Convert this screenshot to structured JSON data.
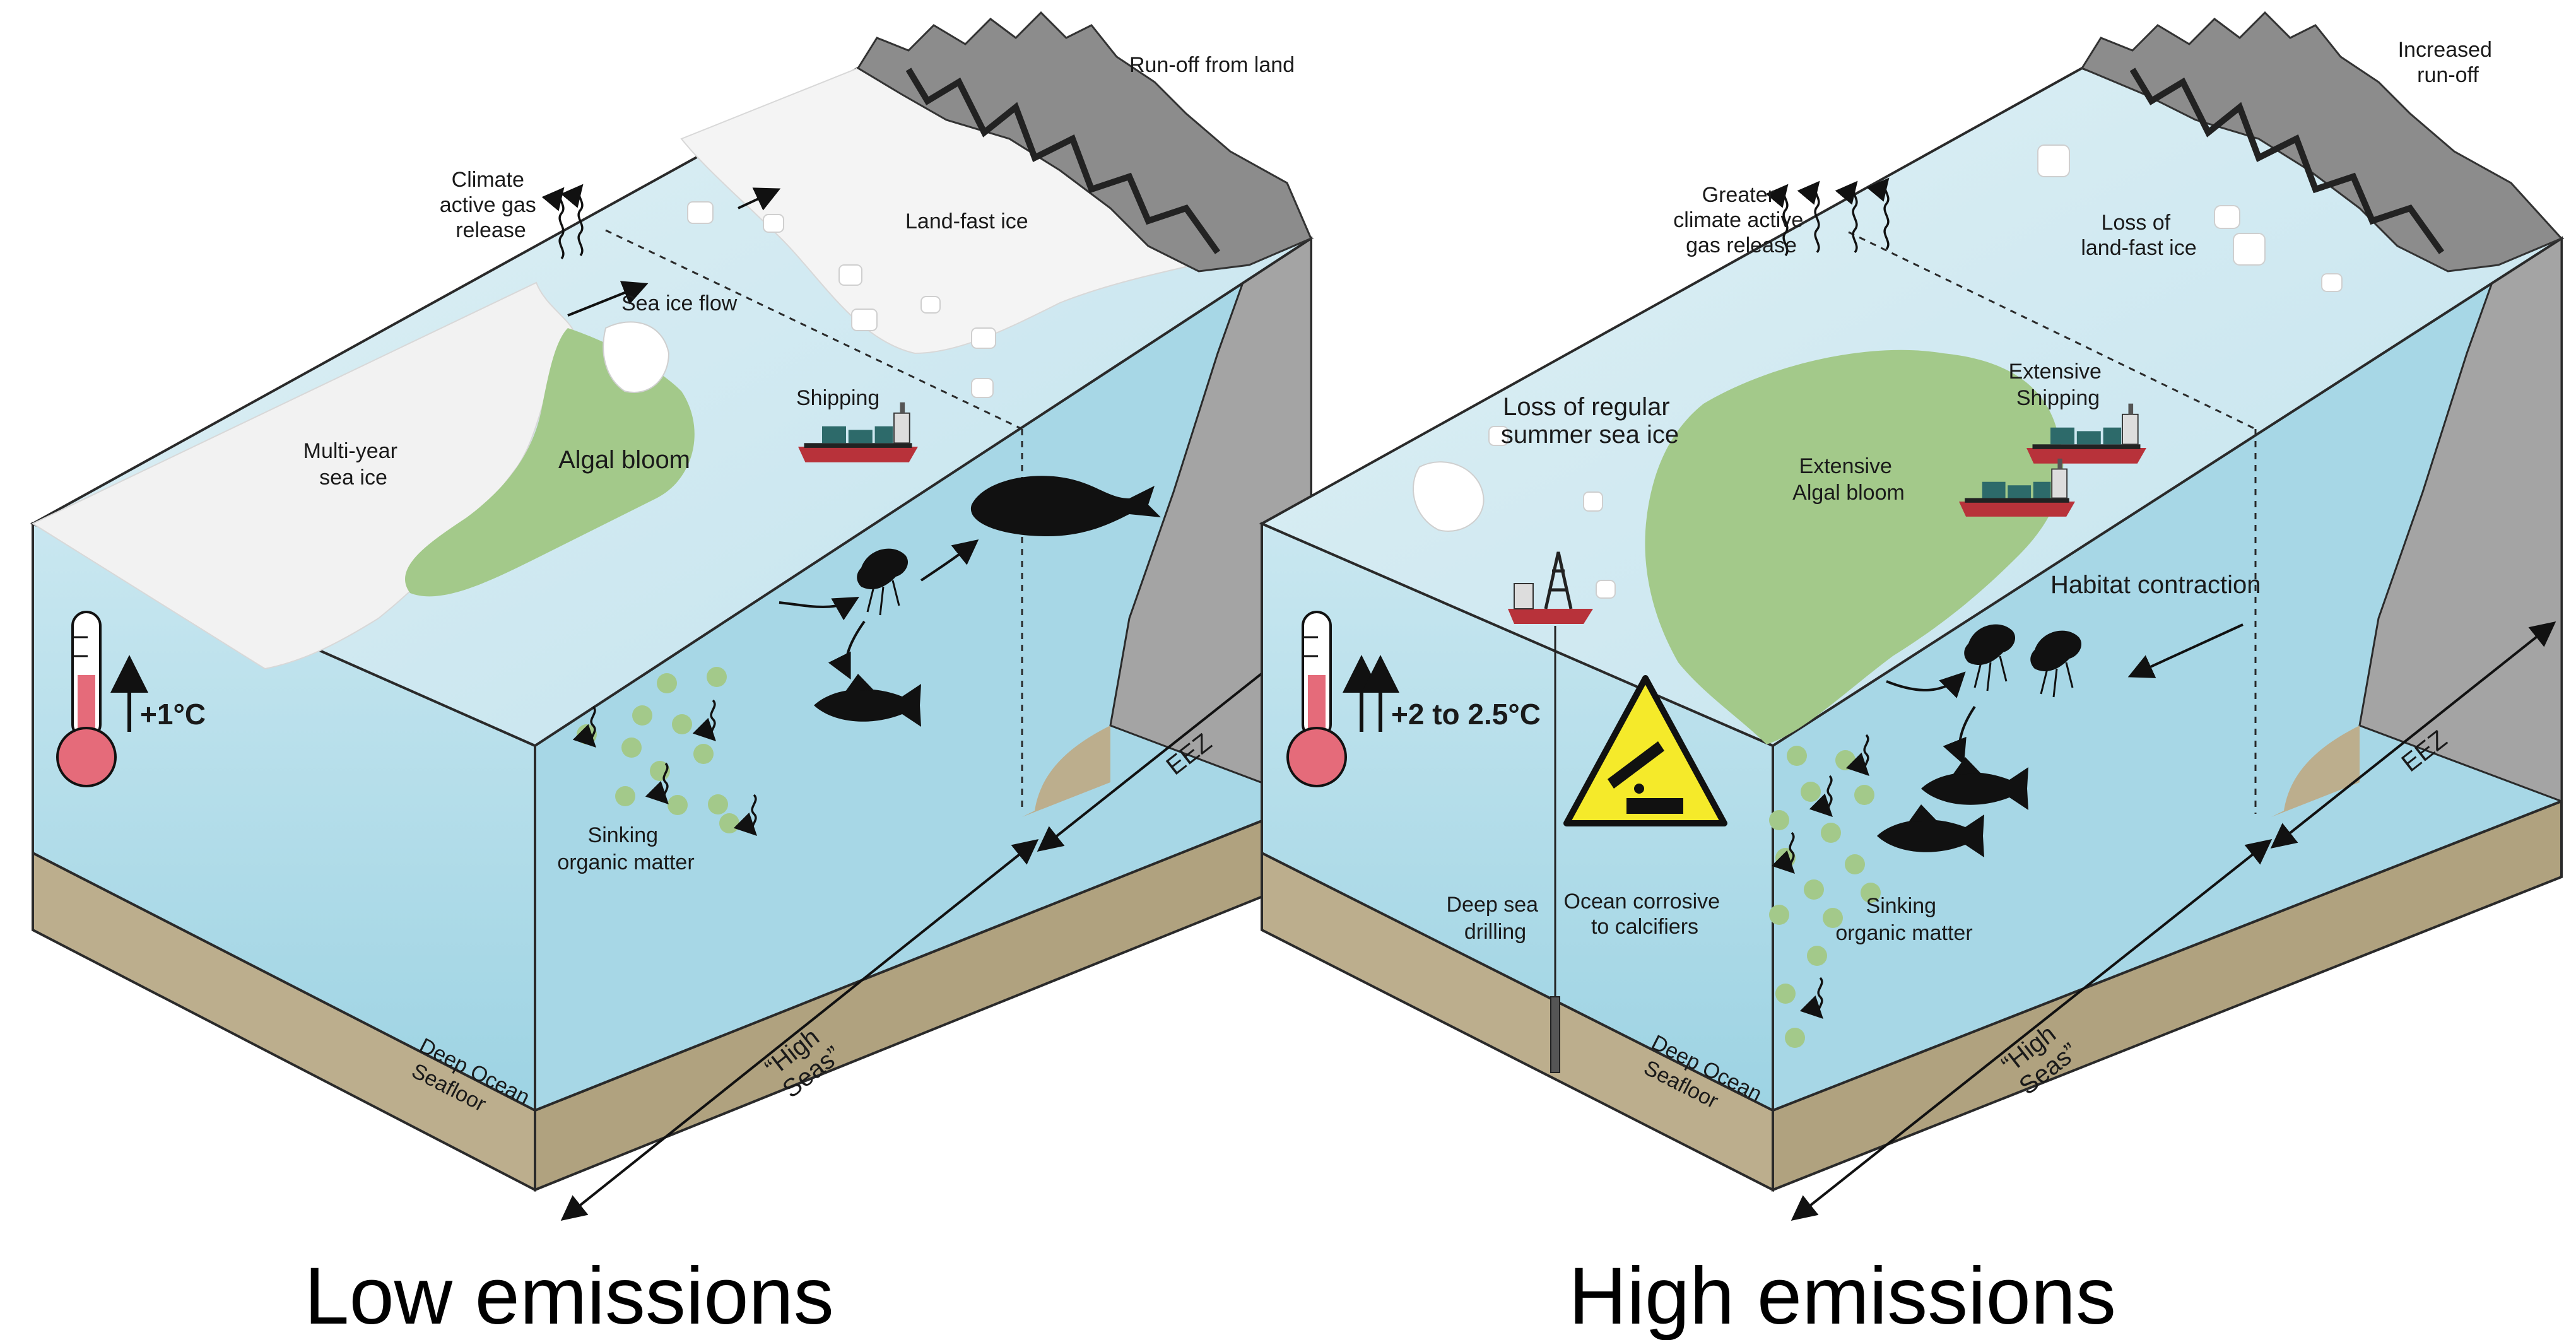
{
  "panels": [
    {
      "id": "low",
      "title": "Low emissions",
      "temperature": "+1°C",
      "labels": {
        "runoff": "Run-off from land",
        "gas": [
          "Climate",
          "active gas",
          "release"
        ],
        "land_ice": "Land-fast ice",
        "sea_ice_flow": "Sea ice flow",
        "multi_year": [
          "Multi-year",
          "sea ice"
        ],
        "algal": "Algal bloom",
        "shipping": "Shipping",
        "sinking": [
          "Sinking",
          "organic matter"
        ],
        "deep_ocean": "Deep Ocean",
        "seafloor": "Seafloor",
        "high_seas": [
          "“High",
          "Seas”"
        ],
        "eez": "EEZ"
      }
    },
    {
      "id": "high",
      "title": "High emissions",
      "temperature": "+2 to 2.5°C",
      "labels": {
        "runoff": [
          "Increased",
          "run-off"
        ],
        "gas": [
          "Greater",
          "climate active",
          "gas release"
        ],
        "land_ice": [
          "Loss of",
          "land-fast ice"
        ],
        "sea_ice_loss": [
          "Loss of regular",
          "summer sea ice"
        ],
        "algal": [
          "Extensive",
          "Algal bloom"
        ],
        "shipping": [
          "Extensive",
          "Shipping"
        ],
        "habitat": "Habitat contraction",
        "drilling": [
          "Deep sea",
          "drilling"
        ],
        "corrosive": [
          "Ocean corrosive",
          "to calcifiers"
        ],
        "sinking": [
          "Sinking",
          "organic matter"
        ],
        "deep_ocean": "Deep Ocean",
        "seafloor": "Seafloor",
        "high_seas": [
          "“High",
          "Seas”"
        ],
        "eez": "EEZ"
      }
    }
  ],
  "colors": {
    "water": "#a9d9e6",
    "surface": "#cfe9f1",
    "sea_ice": "#f2f2f2",
    "algae": "#a3c98a",
    "seafloor": "#bcae8d",
    "cliff": "#a4a4a4",
    "mountain": "#8c8c8c",
    "thermometer": "#e56b7a"
  },
  "icons": [
    "thermometer-icon",
    "ship-icon",
    "whale-icon",
    "fish-icon",
    "krill-icon",
    "drilling-rig-icon",
    "hazard-icon",
    "mountain-icon"
  ]
}
